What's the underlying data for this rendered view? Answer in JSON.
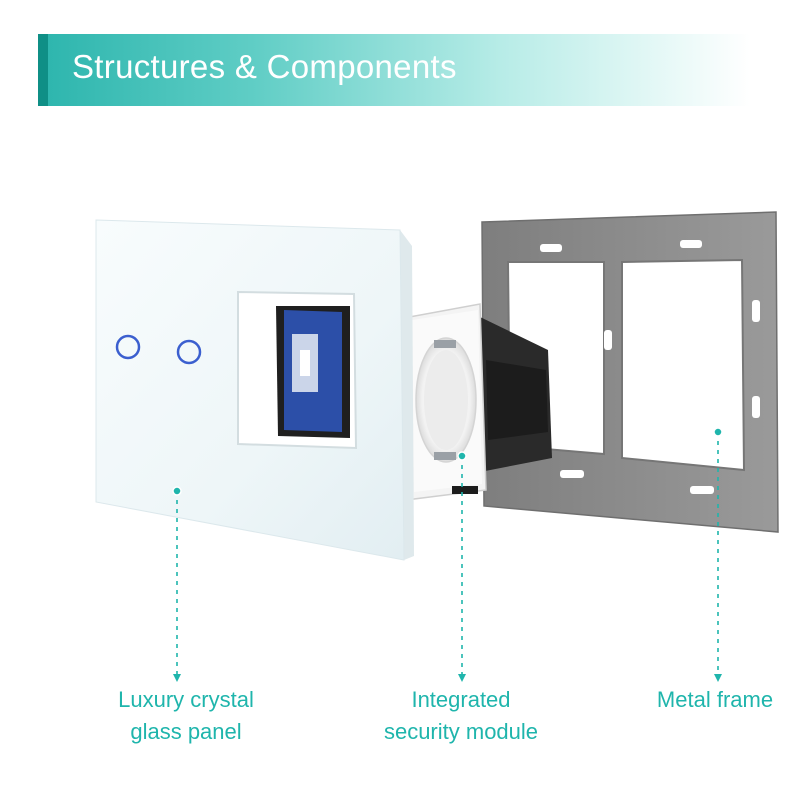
{
  "title": "Structures & Components",
  "colors": {
    "accent": "#1fb5ac",
    "banner_dark": "#0f8f86",
    "touch_ring": "#3b5fcf",
    "frame_gray": "#8e8e8e",
    "module_blue": "#2c4fa8"
  },
  "components": [
    {
      "line1": "Luxury crystal",
      "line2": "glass panel"
    },
    {
      "line1": "Integrated",
      "line2": "security module"
    },
    {
      "line1": "Metal frame",
      "line2": ""
    }
  ],
  "icons": [
    "touch-button-icon",
    "leader-dot-icon"
  ]
}
